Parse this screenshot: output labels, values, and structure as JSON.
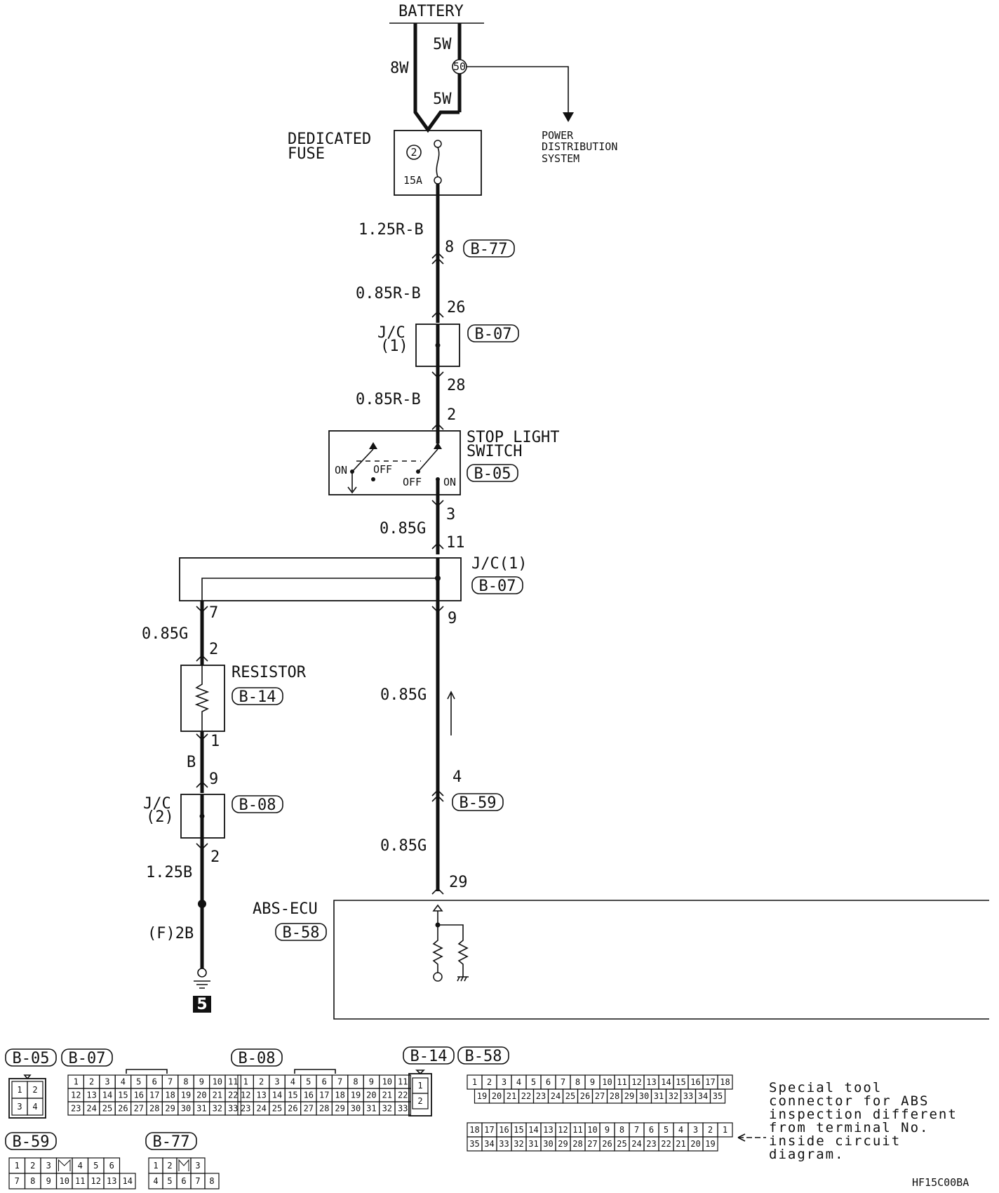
{
  "battery": {
    "label": "BATTERY"
  },
  "wires": {
    "battery_left": "8W",
    "battery_right_top": "5W",
    "battery_right_bottom": "5W",
    "fuse_out": "1.25R-B",
    "b77_to_jc": "0.85R-B",
    "jc_to_stop": "0.85R-B",
    "stop_out": "0.85G",
    "jc_to_resistor": "0.85G",
    "resistor_to_jc2": "B",
    "jc2_to_ground": "1.25B",
    "ground_wire": "(F)2B",
    "jc_to_b59": "0.85G",
    "b59_to_ecu": "0.85G"
  },
  "fusible_link": {
    "number": "50"
  },
  "power_distribution": {
    "line1": "POWER",
    "line2": "DISTRIBUTION",
    "line3": "SYSTEM"
  },
  "dedicated_fuse": {
    "line1": "DEDICATED",
    "line2": "FUSE",
    "number": "2",
    "rating": "15A"
  },
  "pins": {
    "b77_pin": "8",
    "jc1_in": "26",
    "jc1_out": "28",
    "stop_in": "2",
    "stop_out": "3",
    "jc1b_in": "11",
    "jc1b_out_left": "7",
    "jc1b_out_right": "9",
    "resistor_in": "2",
    "resistor_out": "1",
    "jc2_in": "9",
    "jc2_out": "2",
    "b59_pin": "4",
    "ecu_pin": "29"
  },
  "connectors": {
    "b77": "B-77",
    "b07": "B-07",
    "b05": "B-05",
    "b14": "B-14",
    "b08": "B-08",
    "b59": "B-59",
    "b58": "B-58"
  },
  "junctions": {
    "jc1_line1": "J/C",
    "jc1_line2": "(1)",
    "jc1b": "J/C(1)",
    "jc2_line1": "J/C",
    "jc2_line2": "(2)"
  },
  "stop_light_switch": {
    "line1": "STOP LIGHT",
    "line2": "SWITCH",
    "on": "ON",
    "off": "OFF"
  },
  "resistor": {
    "label": "RESISTOR"
  },
  "abs_ecu": {
    "label": "ABS-ECU"
  },
  "ground": {
    "number": "5"
  },
  "connector_faces": {
    "b05": {
      "rows": [
        [
          "1",
          "2"
        ],
        [
          "3",
          "4"
        ]
      ]
    },
    "b07": {
      "rows": [
        [
          "1",
          "2",
          "3",
          "4",
          "5",
          "6",
          "7",
          "8",
          "9",
          "10",
          "11"
        ],
        [
          "12",
          "13",
          "14",
          "15",
          "16",
          "17",
          "18",
          "19",
          "20",
          "21",
          "22"
        ],
        [
          "23",
          "24",
          "25",
          "26",
          "27",
          "28",
          "29",
          "30",
          "31",
          "32",
          "33"
        ]
      ]
    },
    "b08": {
      "rows": [
        [
          "1",
          "2",
          "3",
          "4",
          "5",
          "6",
          "7",
          "8",
          "9",
          "10",
          "11"
        ],
        [
          "12",
          "13",
          "14",
          "15",
          "16",
          "17",
          "18",
          "19",
          "20",
          "21",
          "22"
        ],
        [
          "23",
          "24",
          "25",
          "26",
          "27",
          "28",
          "29",
          "30",
          "31",
          "32",
          "33"
        ]
      ]
    },
    "b14": {
      "rows": [
        [
          "1"
        ],
        [
          "2"
        ]
      ]
    },
    "b58_a": {
      "rows": [
        [
          "1",
          "2",
          "3",
          "4",
          "5",
          "6",
          "7",
          "8",
          "9",
          "10",
          "11",
          "12",
          "13",
          "14",
          "15",
          "16",
          "17",
          "18"
        ],
        [
          "19",
          "20",
          "21",
          "22",
          "23",
          "24",
          "25",
          "26",
          "27",
          "28",
          "29",
          "30",
          "31",
          "32",
          "33",
          "34",
          "35"
        ]
      ]
    },
    "b58_b": {
      "rows": [
        [
          "18",
          "17",
          "16",
          "15",
          "14",
          "13",
          "12",
          "11",
          "10",
          "9",
          "8",
          "7",
          "6",
          "5",
          "4",
          "3",
          "2",
          "1"
        ],
        [
          "35",
          "34",
          "33",
          "32",
          "31",
          "30",
          "29",
          "28",
          "27",
          "26",
          "25",
          "24",
          "23",
          "22",
          "21",
          "20",
          "19"
        ]
      ]
    },
    "b59": {
      "rows": [
        [
          "1",
          "2",
          "3",
          "",
          "4",
          "5",
          "6"
        ],
        [
          "7",
          "8",
          "9",
          "10",
          "11",
          "12",
          "13",
          "14"
        ]
      ]
    },
    "b77": {
      "rows": [
        [
          "1",
          "2",
          "",
          "3"
        ],
        [
          "4",
          "5",
          "6",
          "7",
          "8"
        ]
      ]
    }
  },
  "note": {
    "line1": "Special tool",
    "line2": "connector for ABS",
    "line3": "inspection different",
    "line4": "from terminal No.",
    "line5": "inside circuit",
    "line6": "diagram."
  },
  "figure_code": "HF15C00BA"
}
